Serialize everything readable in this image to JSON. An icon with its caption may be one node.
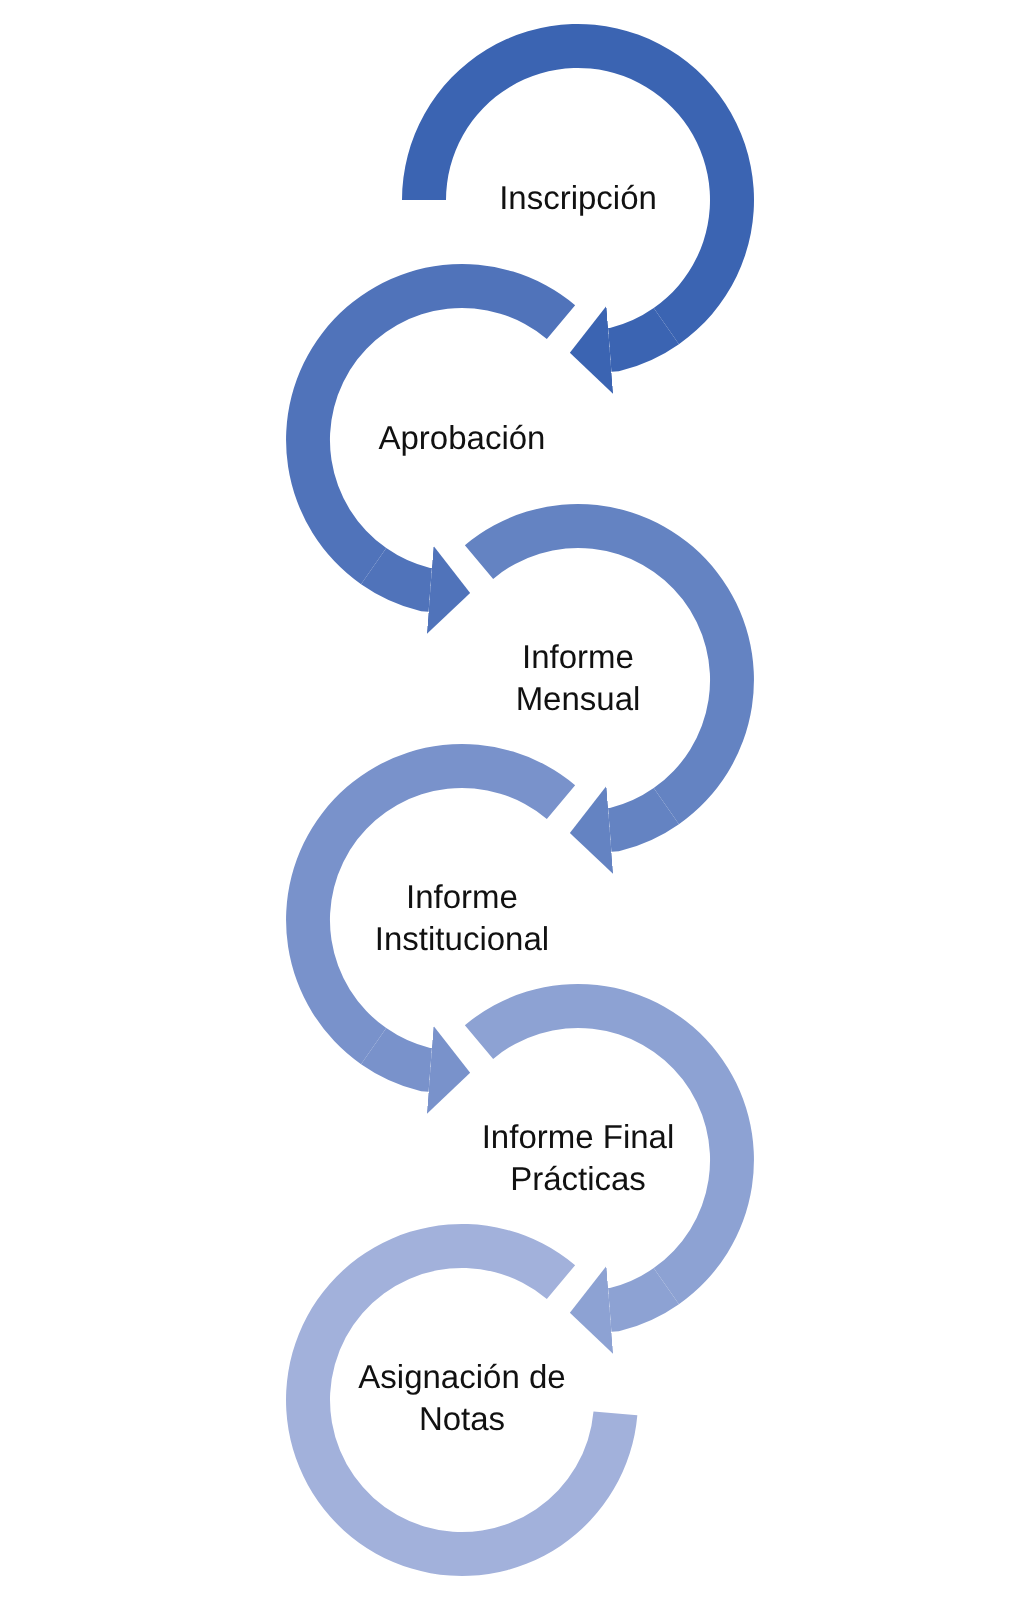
{
  "diagram": {
    "nodes": [
      {
        "text": [
          "Inscripción"
        ]
      },
      {
        "text": [
          "Aprobación"
        ]
      },
      {
        "text": [
          "Informe Mensual"
        ]
      },
      {
        "text": [
          "Informe Institucional"
        ]
      },
      {
        "text": [
          "Informe Final Prácticas"
        ]
      },
      {
        "text": [
          "Asignación de Notas"
        ]
      }
    ],
    "edges": [
      {
        "from": 0,
        "to": 1,
        "arrow": "to"
      },
      {
        "from": 1,
        "to": 2,
        "arrow": "to"
      },
      {
        "from": 2,
        "to": 3,
        "arrow": "to"
      },
      {
        "from": 3,
        "to": 4,
        "arrow": "to"
      },
      {
        "from": 4,
        "to": 5,
        "arrow": "to"
      }
    ]
  }
}
